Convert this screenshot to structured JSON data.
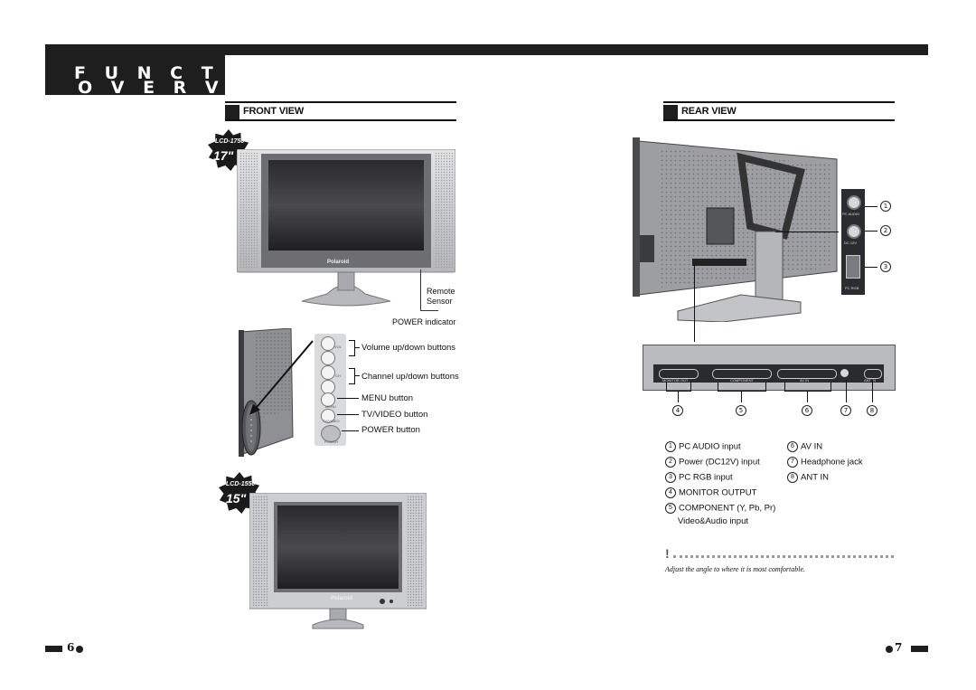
{
  "header": {
    "title_line1": "F U N C T I O N A L",
    "title_line2": "O V E R V I E W"
  },
  "front_view": {
    "title": "FRONT VIEW",
    "model_17": "LCD-1750",
    "size_17": "17\"",
    "model_15": "LCD-1550",
    "size_15": "15\"",
    "logo": "Polaroid",
    "remote_sensor": "Remote\nSensor",
    "power_indicator": "POWER indicator",
    "button_labels": [
      "Volume up/down buttons",
      "Channel up/down buttons",
      "MENU button",
      "TV/VIDEO button",
      "POWER button"
    ],
    "panel_marks": [
      "VOL",
      "CH",
      "MENU",
      "TV/VIDEO",
      "POWER"
    ]
  },
  "rear_view": {
    "title": "REAR VIEW",
    "side_callouts": [
      "1",
      "2",
      "3"
    ],
    "side_port_marks": [
      "PC AUDIO",
      "DC 12V",
      "PC RGB"
    ],
    "bottom_port_marks": [
      "MONITOR OUT",
      "COMPONENT",
      "AV IN",
      "ANT IN"
    ],
    "bottom_callouts": [
      "4",
      "5",
      "6",
      "7",
      "8"
    ],
    "legend_left": [
      {
        "num": "1",
        "text": "PC AUDIO input"
      },
      {
        "num": "2",
        "text": "Power (DC12V) input"
      },
      {
        "num": "3",
        "text": "PC RGB input"
      },
      {
        "num": "4",
        "text": "MONITOR OUTPUT"
      },
      {
        "num": "5",
        "text": "COMPONENT (Y, Pb, Pr)"
      }
    ],
    "legend_left_extra": "Video&Audio input",
    "legend_right": [
      {
        "num": "6",
        "text": "AV IN"
      },
      {
        "num": "7",
        "text": "Headphone jack"
      },
      {
        "num": "8",
        "text": "ANT IN"
      }
    ],
    "note_mark": "!",
    "note": "Adjust the angle to where it is most comfortable."
  },
  "footer": {
    "left_page": "6",
    "right_page": "7"
  },
  "colors": {
    "dark": "#1e1e1e",
    "tv_frame": "#c8c9cc",
    "tv_screen": "#3a3a3c"
  }
}
